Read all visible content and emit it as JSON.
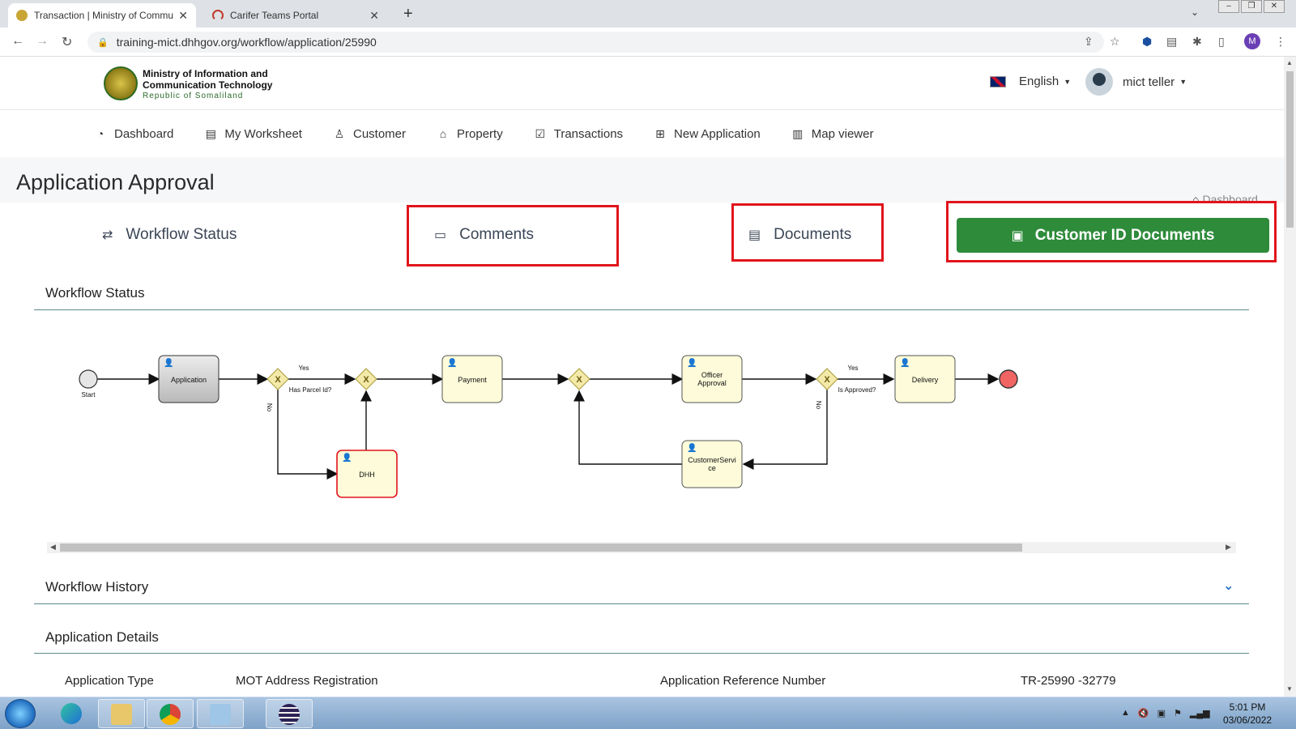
{
  "browser": {
    "tabs": [
      {
        "title": "Transaction | Ministry of Commu",
        "active": true
      },
      {
        "title": "Carifer Teams Portal",
        "active": false
      }
    ],
    "new_tab": "+",
    "url": "training-mict.dhhgov.org/workflow/application/25990",
    "profile_initial": "M"
  },
  "site": {
    "org_line1": "Ministry of Information  and",
    "org_line2": "Communication Technology",
    "org_line3": "Republic of Somaliland",
    "language": "English",
    "user_name": "mict teller"
  },
  "nav": {
    "items": [
      {
        "label": "Dashboard",
        "icon": "dashboard-icon"
      },
      {
        "label": "My Worksheet",
        "icon": "worksheet-icon"
      },
      {
        "label": "Customer",
        "icon": "user-icon"
      },
      {
        "label": "Property",
        "icon": "home-icon"
      },
      {
        "label": "Transactions",
        "icon": "clipboard-check-icon"
      },
      {
        "label": "New Application",
        "icon": "add-box-icon"
      },
      {
        "label": "Map viewer",
        "icon": "map-icon"
      }
    ]
  },
  "page": {
    "title": "Application Approval",
    "breadcrumb": "Dashboard",
    "tabs": {
      "workflow_status": "Workflow Status",
      "comments": "Comments",
      "documents": "Documents",
      "customer_id_documents": "Customer ID Documents"
    },
    "workflow_section_title": "Workflow Status",
    "history_section_title": "Workflow History",
    "details_section_title": "Application Details",
    "details": {
      "application_type_label": "Application Type",
      "application_type_value": "MOT Address Registration",
      "reference_label": "Application Reference Number",
      "reference_value": "TR-25990 -32779"
    }
  },
  "workflow": {
    "start_label": "Start",
    "tasks": {
      "application": "Application",
      "dhh": "DHH",
      "payment": "Payment",
      "officer_line1": "Officer",
      "officer_line2": "Approval",
      "cs_line1": "CustomerServi",
      "cs_line2": "ce",
      "delivery": "Delivery"
    },
    "gateway1_question": "Has Parcel Id?",
    "gateway2_question": "Is Approved?",
    "yes_label": "Yes",
    "no_label": "No",
    "gateway_mark": "X"
  },
  "taskbar": {
    "time": "5:01 PM",
    "date": "03/06/2022"
  },
  "colors": {
    "brand_green": "#2e8b3a",
    "highlight_red": "#e0141c",
    "active_task_border": "#e0141c",
    "task_fill": "#fdfbd9",
    "end_event": "#f06464"
  }
}
